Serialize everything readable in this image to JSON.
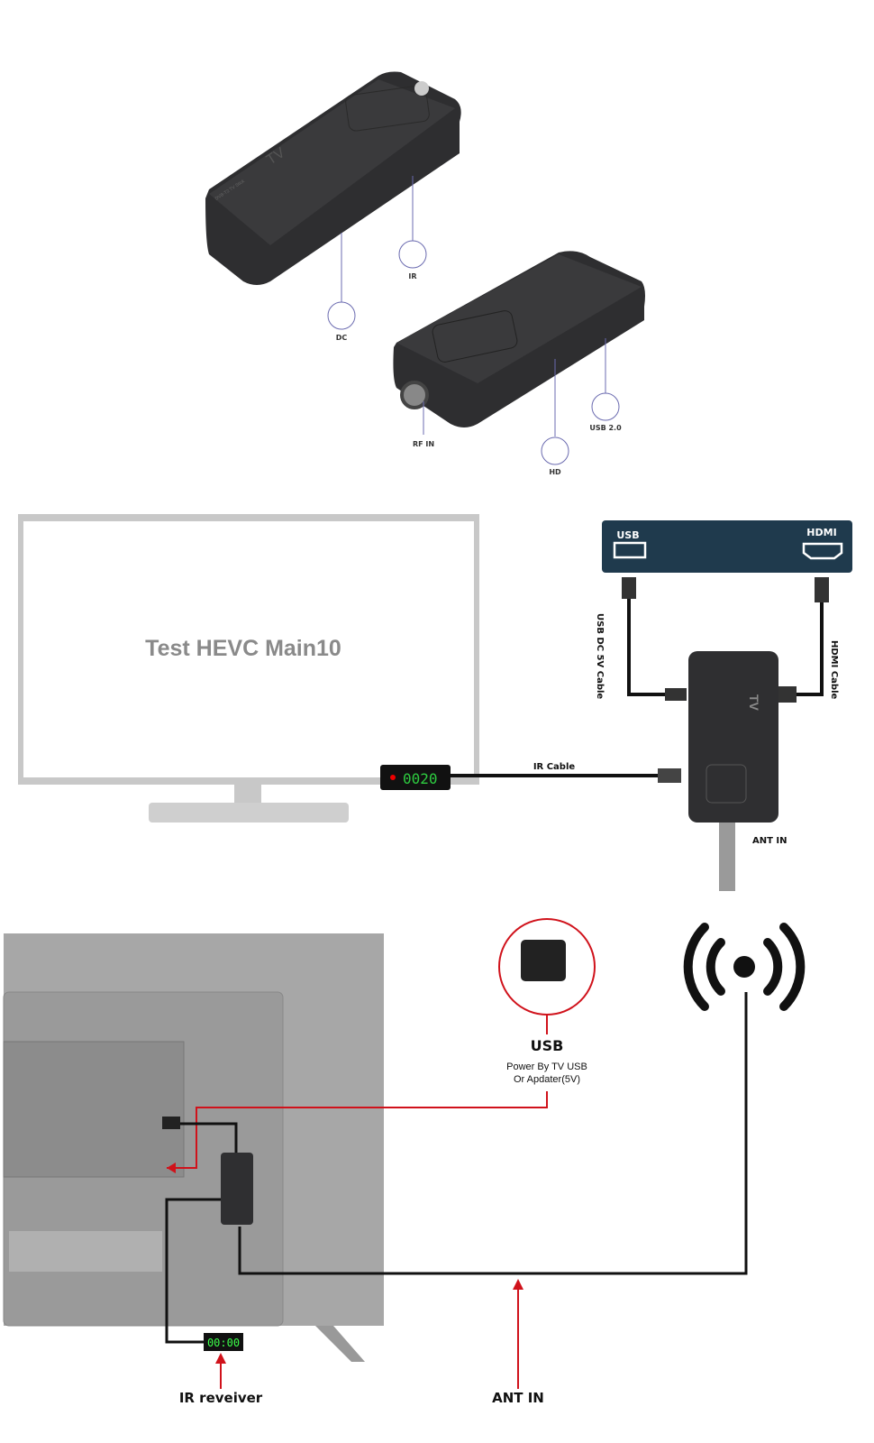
{
  "product_views": {
    "ports": {
      "dc": "DC",
      "ir": "IR",
      "rf_in": "RF IN",
      "hd": "HD",
      "usb": "USB 2.0"
    },
    "device_brand": "TV",
    "device_model": "DVB-T2 TV Stick"
  },
  "tv_connection": {
    "tv_screen_text": "Test HEVC Main10",
    "ir_display": "0020",
    "ir_cable_label": "IR Cable",
    "tv_port_usb": "USB",
    "tv_port_hdmi": "HDMI",
    "usb_cable_label": "USB DC 5V Cable",
    "hdmi_cable_label": "HDMI Cable",
    "ant_in_label": "ANT IN",
    "panel_color": "#1f3a4d"
  },
  "rear_connection": {
    "usb_title": "USB",
    "usb_desc_line1": "Power By TV USB",
    "usb_desc_line2": "Or Apdater(5V)",
    "ir_display": "00:00",
    "ir_receiver_label": "IR reveiver",
    "ant_in_label": "ANT IN",
    "accent_color": "#d0121b",
    "display_color": "#3cff4a"
  }
}
